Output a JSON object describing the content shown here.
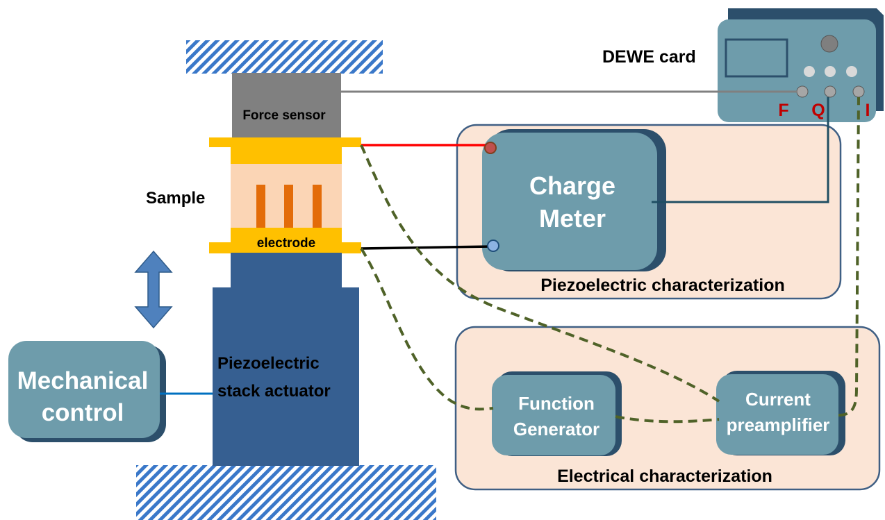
{
  "labels": {
    "force_sensor": "Force sensor",
    "sample": "Sample",
    "electrode": "electrode",
    "actuator_line1": "Piezoelectric",
    "actuator_line2": "stack actuator",
    "mechanical_line1": "Mechanical",
    "mechanical_line2": "control",
    "charge_line1": "Charge",
    "charge_line2": "Meter",
    "piezo_char": "Piezoelectric characterization",
    "function_line1": "Function",
    "function_line2": "Generator",
    "current_line1": "Current",
    "current_line2": "preamplifier",
    "electrical_char": "Electrical characterization",
    "dewe_card": "DEWE card",
    "port_f": "F",
    "port_q": "Q",
    "port_i": "I"
  },
  "colors": {
    "hatch": "#3a78c9",
    "force_sensor": "#808080",
    "electrode": "#ffc000",
    "sample_fill": "#fbd5b5",
    "sample_bars": "#e36c09",
    "actuator": "#365f91",
    "instrument_box": "#6e9cab",
    "instrument_shadow": "#2c4f6b",
    "panel_fill": "#fbe5d6",
    "panel_border": "#3f5f84",
    "dashed_wire": "#4f6228",
    "red_wire": "#ff0000",
    "port_letters": "#c00000",
    "arrow": "#4f81bd",
    "control_wire": "#0070c0"
  }
}
